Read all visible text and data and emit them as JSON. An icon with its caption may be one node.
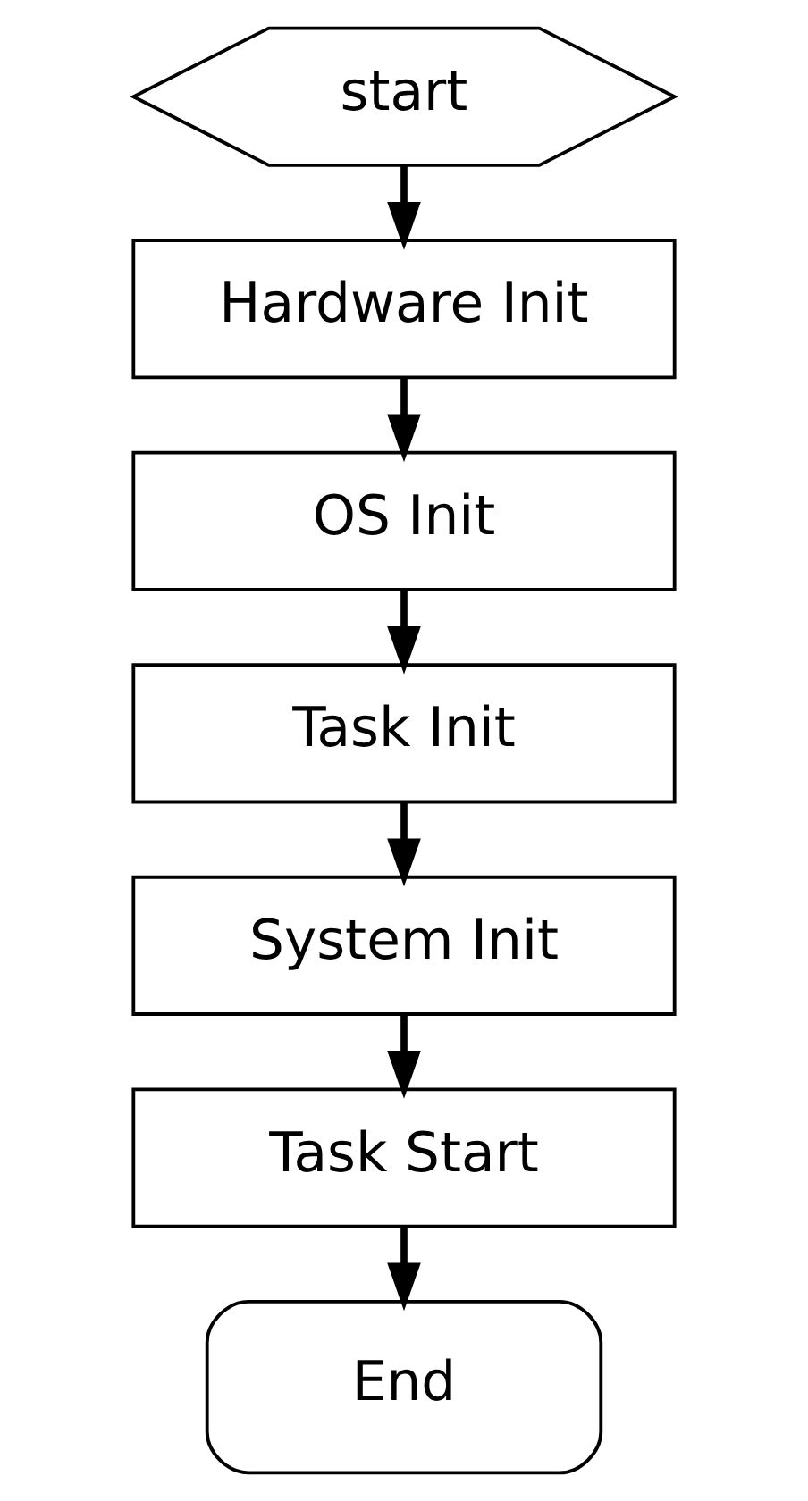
{
  "diagram": {
    "nodes": [
      {
        "text": [
          "start"
        ]
      },
      {
        "text": [
          "Hardware Init"
        ]
      },
      {
        "text": [
          "OS Init"
        ]
      },
      {
        "text": [
          "Task Init"
        ]
      },
      {
        "text": [
          "System Init"
        ]
      },
      {
        "text": [
          "Task Start"
        ]
      },
      {
        "text": [
          "End"
        ]
      }
    ],
    "edges": [
      {
        "from": 0,
        "to": 1,
        "arrow": "to"
      },
      {
        "from": 1,
        "to": 2,
        "arrow": "to"
      },
      {
        "from": 2,
        "to": 3,
        "arrow": "to"
      },
      {
        "from": 3,
        "to": 4,
        "arrow": "to"
      },
      {
        "from": 4,
        "to": 5,
        "arrow": "to"
      },
      {
        "from": 5,
        "to": 6,
        "arrow": "to"
      }
    ]
  }
}
